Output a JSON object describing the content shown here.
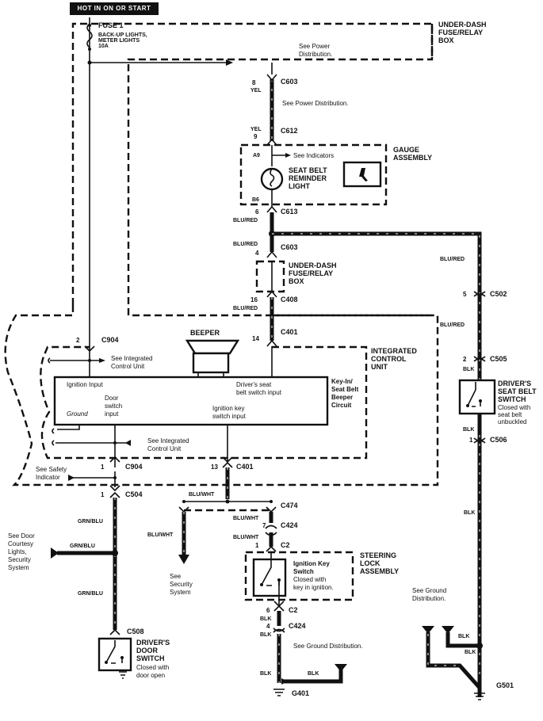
{
  "header": {
    "title": "HOT IN ON OR START"
  },
  "fuse": {
    "name": "FUSE 1",
    "line1": "BACK-UP LIGHTS,",
    "line2": "METER LIGHTS",
    "rating": "10A"
  },
  "components": {
    "underdash_box_top": [
      "UNDER-DASH",
      "FUSE/RELAY",
      "BOX"
    ],
    "underdash_box_mid": [
      "UNDER-DASH",
      "FUSE/RELAY",
      "BOX"
    ],
    "gauge_assembly": [
      "GAUGE",
      "ASSEMBLY"
    ],
    "seat_belt_light": [
      "SEAT BELT",
      "REMINDER",
      "LIGHT"
    ],
    "beeper": "BEEPER",
    "icu": [
      "INTEGRATED",
      "CONTROL",
      "UNIT"
    ],
    "beeper_circuit": [
      "Key-In/",
      "Seat Belt",
      "Beeper",
      "Circuit"
    ],
    "icu_inputs": {
      "ignition": "Ignition Input",
      "door": [
        "Door",
        "switch",
        "input"
      ],
      "ground": "Ground",
      "belt": [
        "Driver's seat",
        "belt switch input"
      ],
      "key": [
        "Ignition key",
        "switch input"
      ]
    },
    "seat_belt_switch": [
      "DRIVER'S",
      "SEAT BELT",
      "SWITCH"
    ],
    "seat_belt_switch_note": [
      "Closed with",
      "seat belt",
      "unbuckled"
    ],
    "steering_lock": [
      "STEERING",
      "LOCK",
      "ASSEMBLY"
    ],
    "ign_key_switch": [
      "Ignition Key",
      "Switch",
      "Closed with",
      "key in ignition."
    ],
    "door_switch": [
      "DRIVER'S",
      "DOOR",
      "SWITCH"
    ],
    "door_switch_note": [
      "Closed with",
      "door open"
    ]
  },
  "references": {
    "power1": [
      "See Power",
      "Distribution."
    ],
    "power2": "See Power Distribution.",
    "indicators": "See Indicators",
    "icu1": [
      "See Integrated",
      "Control Unit"
    ],
    "icu2": [
      "See Integrated",
      "Control Unit"
    ],
    "safety": [
      "See Safety",
      "Indicator"
    ],
    "door_courtesy": [
      "See Door",
      "Courtesy",
      "Lights,",
      "Security",
      "System"
    ],
    "security": [
      "See",
      "Security",
      "System"
    ],
    "ground1": "See Ground Distribution.",
    "ground2": [
      "See Ground",
      "Distribution."
    ]
  },
  "connectors": {
    "c603a": "C603",
    "c603a_pin": "8",
    "c612": "C612",
    "c612_pin": "9",
    "pin_a9": "A9",
    "pin_b6": "B6",
    "c613": "C613",
    "c613_pin": "6",
    "c603b": "C603",
    "c603b_pin": "4",
    "c408": "C408",
    "c408_pin": "16",
    "c401a": "C401",
    "c401a_pin": "14",
    "c904a": "C904",
    "c904a_pin": "2",
    "c904b": "C904",
    "c904b_pin": "1",
    "c504": "C504",
    "c504_pin": "1",
    "c401b": "C401",
    "c401b_pin": "13",
    "c474": "C474",
    "c424a": "C424",
    "c424a_pin": "7",
    "c2a": "C2",
    "c2a_pin": "1",
    "c2b": "C2",
    "c2b_pin": "6",
    "c424b": "C424",
    "c424b_pin": "4",
    "c502": "C502",
    "c502_pin": "5",
    "c505": "C505",
    "c505_pin": "2",
    "c506": "C506",
    "c506_pin": "1",
    "c508": "C508",
    "g401": "G401",
    "g501": "G501"
  },
  "wires": {
    "yel": "YEL",
    "blu_red": "BLU/RED",
    "blu_wht": "BLU/WHT",
    "grn_blu": "GRN/BLU",
    "blk": "BLK"
  }
}
